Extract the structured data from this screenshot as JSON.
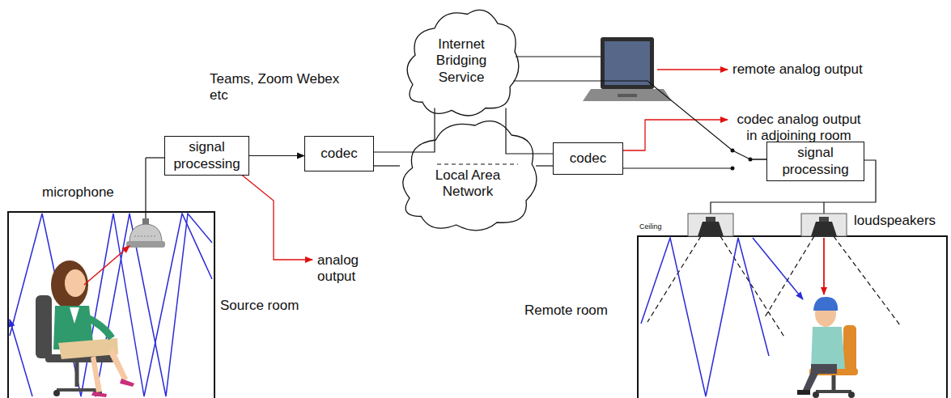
{
  "diagram": {
    "nodes": [
      {
        "text": [
          "signal processing"
        ]
      },
      {
        "text": [
          "codec"
        ]
      },
      {
        "text": [
          "Internet Bridging Service"
        ]
      },
      {
        "text": [
          "Local Area Network"
        ]
      },
      {
        "text": [
          "codec"
        ]
      },
      {
        "text": [
          "signal processing"
        ]
      }
    ],
    "edges": [
      {
        "from": 0,
        "to": 1,
        "arrow": "to"
      },
      {
        "from": 1,
        "to": 2,
        "arrow": "none"
      },
      {
        "from": 1,
        "to": 3,
        "arrow": "none"
      },
      {
        "from": 3,
        "to": 4,
        "arrow": "none"
      },
      {
        "from": 2,
        "to": 4,
        "arrow": "none"
      },
      {
        "from": 4,
        "to": 5,
        "arrow": "none"
      },
      {
        "from": 2,
        "to": 5,
        "arrow": "none"
      }
    ],
    "labels": [
      "Teams, Zoom Webex etc",
      "remote analog output",
      "codec analog output in adjoining room",
      "microphone",
      "analog output",
      "loudspeakers",
      "Ceiling",
      "Source room",
      "Remote room"
    ]
  }
}
